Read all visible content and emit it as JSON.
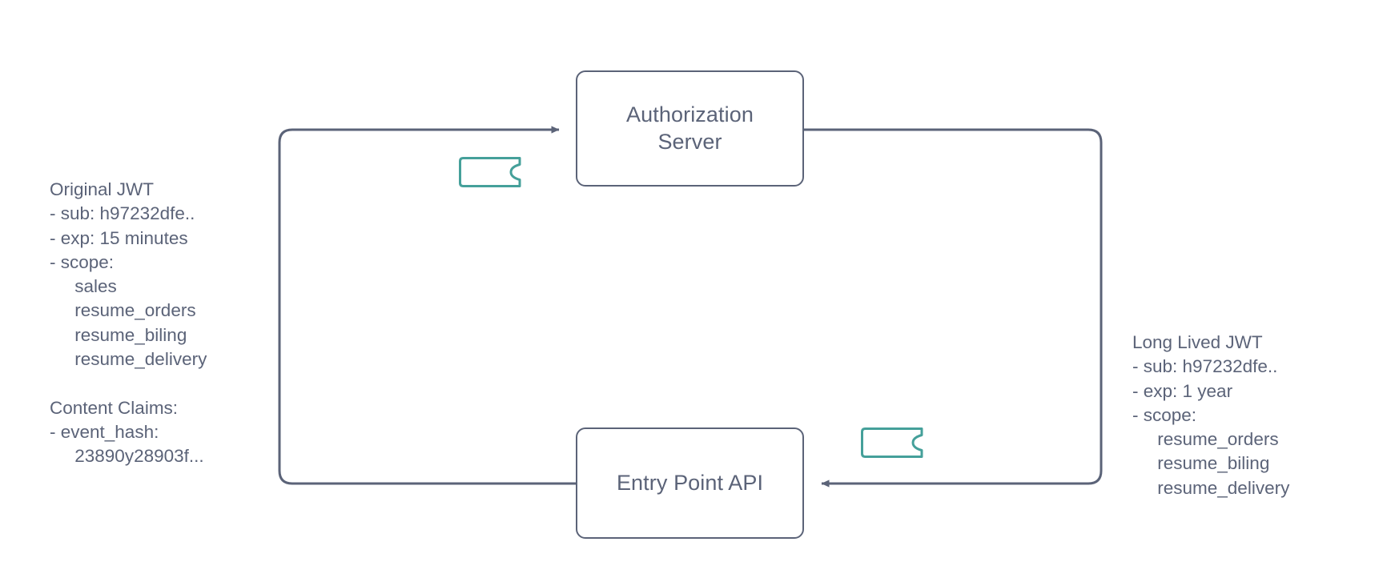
{
  "diagram": {
    "title": "JWT token exchange between Authorization Server and Entry Point API",
    "colors": {
      "stroke": "#5b6378",
      "text": "#5b6378",
      "token_accent": "#45a09a",
      "background": "#ffffff"
    },
    "nodes": [
      {
        "id": "authorization-server",
        "label": "Authorization\nServer"
      },
      {
        "id": "entry-point-api",
        "label": "Entry Point API"
      }
    ],
    "tokens": [
      {
        "id": "original-jwt-token",
        "icon": "ticket-icon",
        "near": "authorization-server"
      },
      {
        "id": "long-lived-jwt-token",
        "icon": "ticket-icon",
        "near": "entry-point-api"
      }
    ],
    "connectors": [
      {
        "id": "entry-to-auth",
        "from": "entry-point-api",
        "to": "authorization-server",
        "arrow": "right",
        "routing": "left-loop"
      },
      {
        "id": "auth-to-entry",
        "from": "authorization-server",
        "to": "entry-point-api",
        "arrow": "left",
        "routing": "right-loop"
      }
    ],
    "annotations": {
      "left": {
        "id": "original-jwt-annotation",
        "text": "Original JWT\n- sub: h97232dfe..\n- exp: 15 minutes\n- scope:\n     sales\n     resume_orders\n     resume_biling\n     resume_delivery\n\nContent Claims:\n- event_hash:\n     23890y28903f..."
      },
      "right": {
        "id": "long-lived-jwt-annotation",
        "text": "Long Lived JWT\n- sub: h97232dfe..\n- exp: 1 year\n- scope:\n     resume_orders\n     resume_biling\n     resume_delivery"
      }
    }
  }
}
